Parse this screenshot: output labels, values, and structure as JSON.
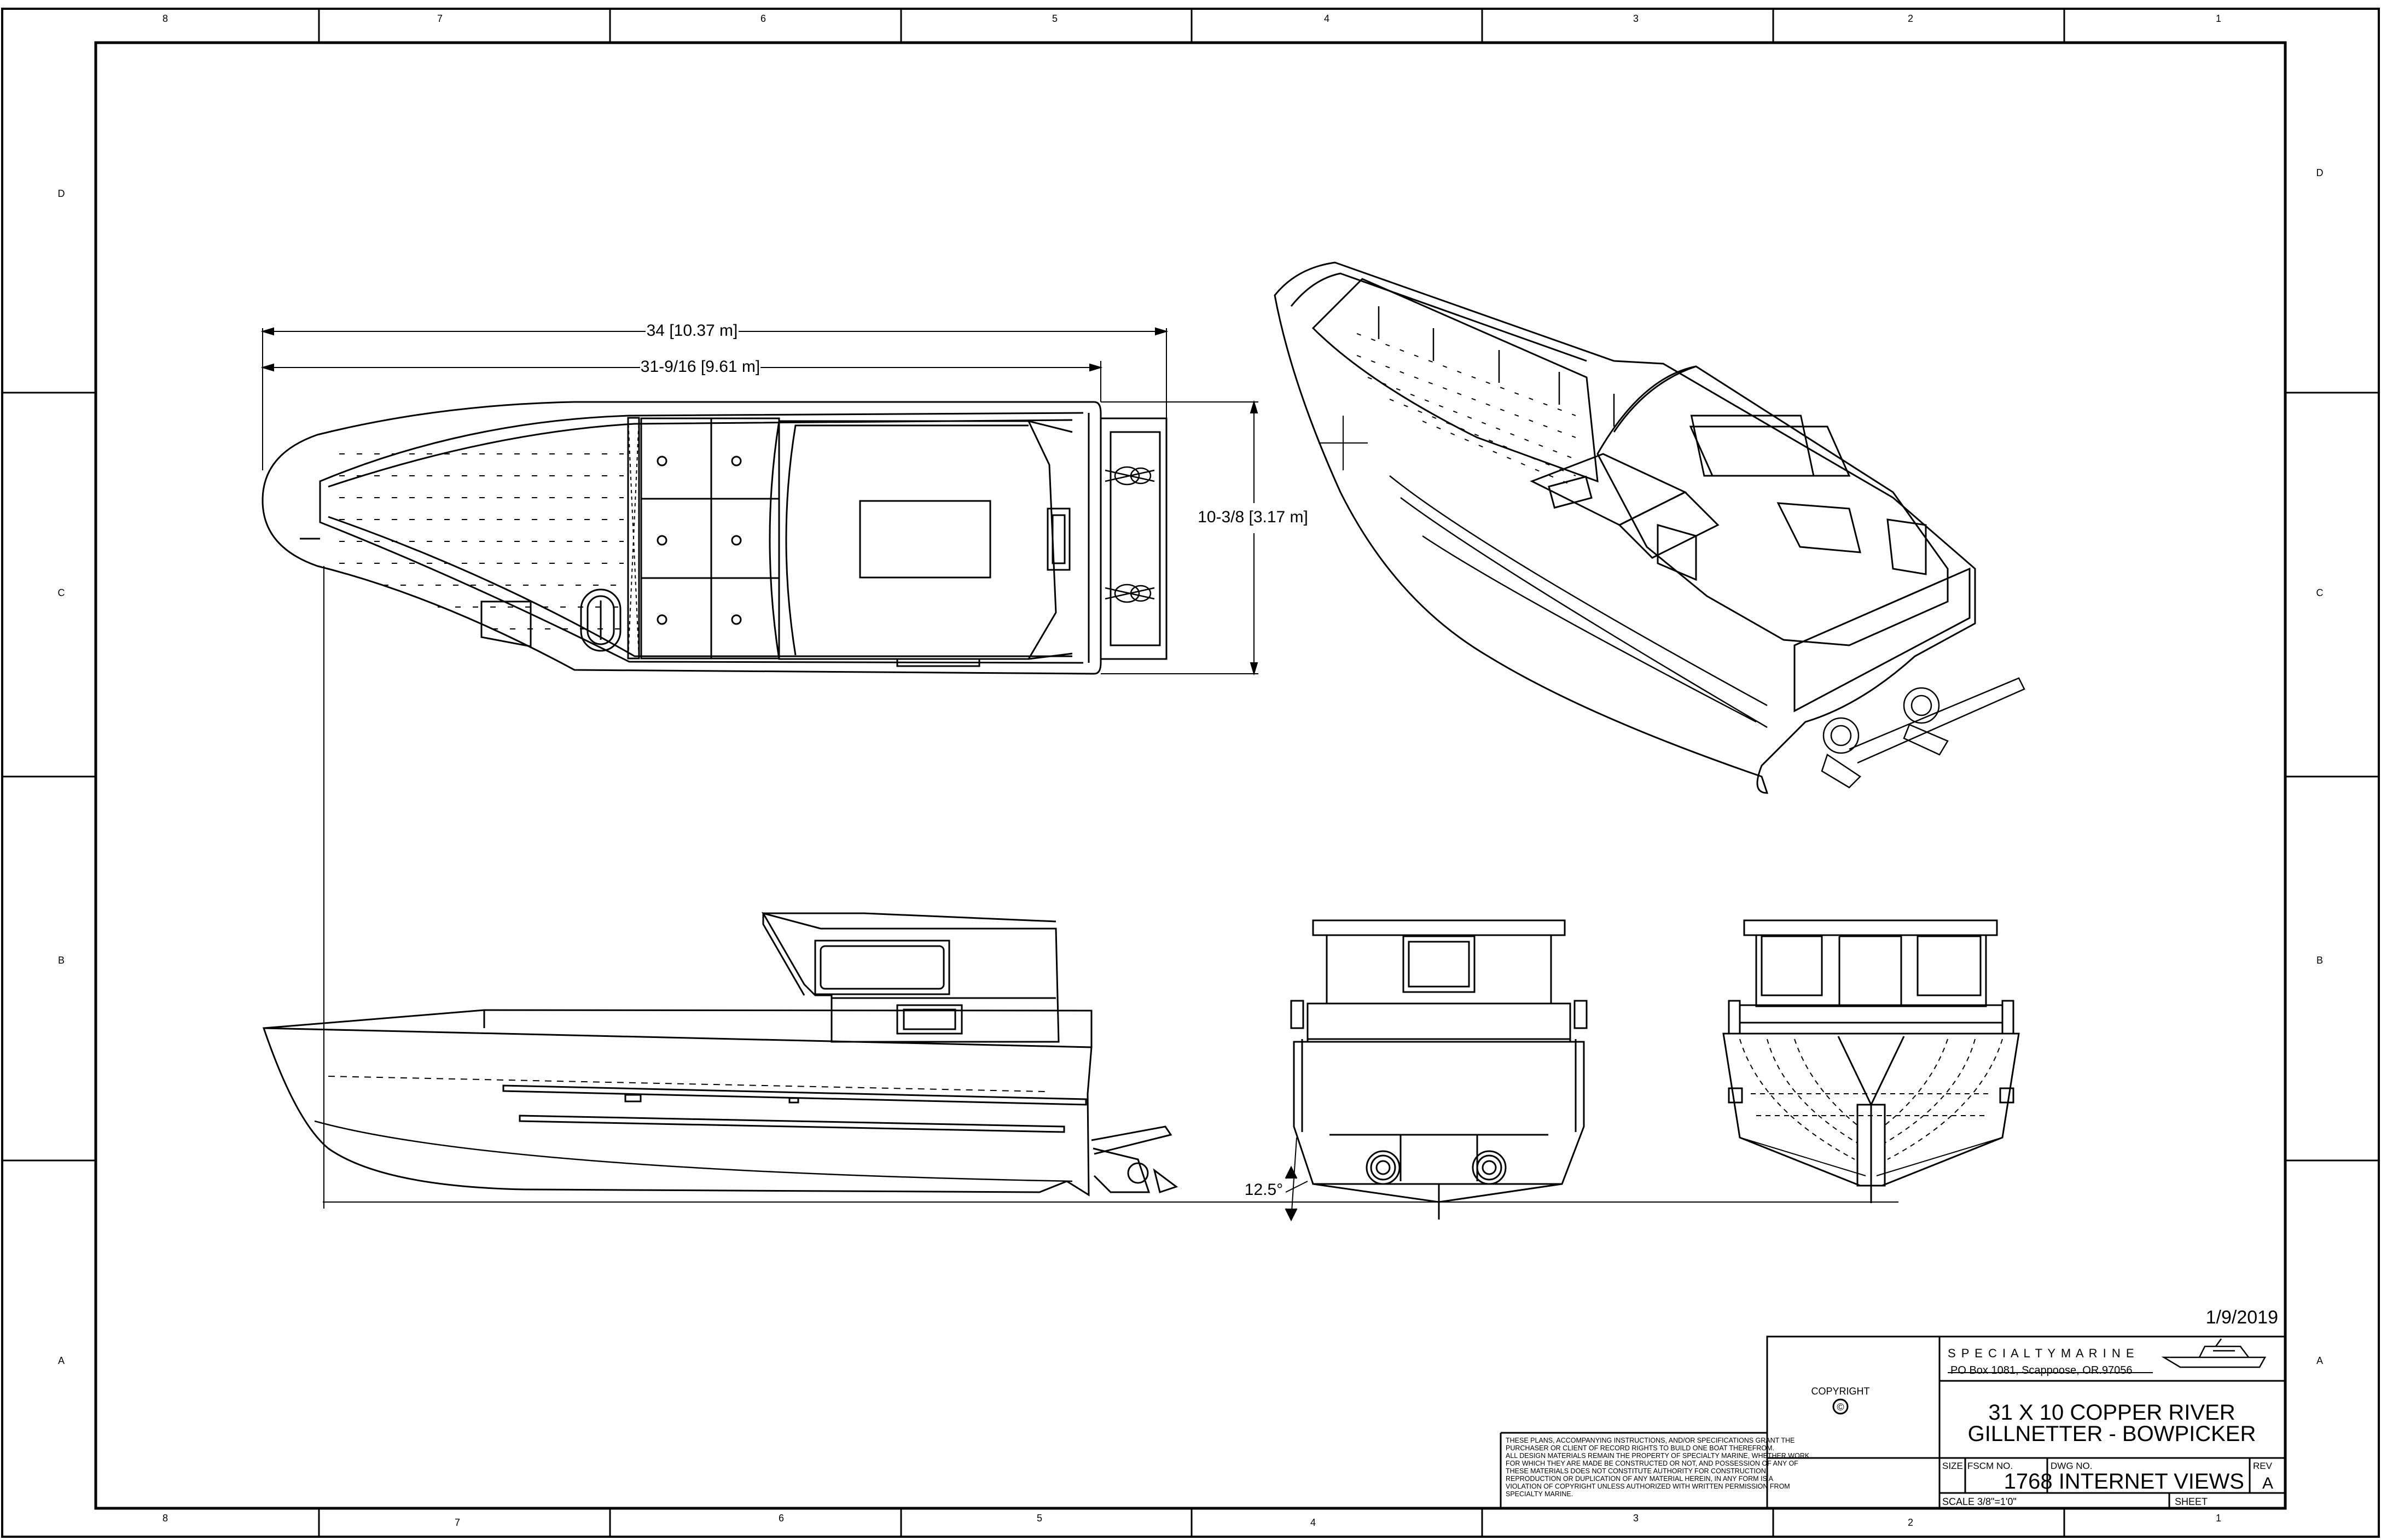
{
  "sheet": {
    "columns_top": [
      "8",
      "7",
      "6",
      "5",
      "4",
      "3",
      "2",
      "1"
    ],
    "columns_bottom": [
      "8",
      "7",
      "6",
      "5",
      "4",
      "3",
      "2",
      "1"
    ],
    "rows_left": [
      "D",
      "C",
      "B",
      "A"
    ],
    "rows_right": [
      "D",
      "C",
      "B",
      "A"
    ]
  },
  "dimensions": {
    "overall_length": "34 [10.37 m]",
    "hull_length": "31-9/16 [9.61 m]",
    "beam": "10-3/8 [3.17 m]",
    "deadrise_angle": "12.5°"
  },
  "date": "1/9/2019",
  "copyright": {
    "label": "COPYRIGHT",
    "symbol": "©"
  },
  "disclaimer": [
    "THESE PLANS, ACCOMPANYING INSTRUCTIONS, AND/OR SPECIFICATIONS GRANT THE",
    "PURCHASER OR CLIENT OF RECORD RIGHTS TO BUILD ONE BOAT THEREFROM.",
    "ALL DESIGN MATERIALS REMAIN THE PROPERTY OF SPECIALTY MARINE, WHETHER WORK",
    "FOR WHICH THEY ARE MADE BE CONSTRUCTED OR NOT, AND POSSESSION OF ANY OF",
    "THESE MATERIALS DOES NOT CONSTITUTE AUTHORITY FOR CONSTRUCTION.",
    "REPRODUCTION OR DUPLICATION OF ANY MATERIAL HEREIN, IN ANY FORM IS A",
    "VIOLATION OF COPYRIGHT UNLESS AUTHORIZED WITH WRITTEN PERMISSION FROM",
    "SPECIALTY MARINE."
  ],
  "title_block": {
    "company": "S P E C I A L T Y   M A R I N E",
    "address": "PO Box 1081, Scappoose, OR.97056",
    "title_line1": "31 X 10 COPPER RIVER",
    "title_line2": "GILLNETTER - BOWPICKER",
    "size_label": "SIZE",
    "fscm_label": "FSCM NO.",
    "dwg_label": "DWG NO.",
    "dwg_value": "1768 INTERNET VIEWS",
    "rev_label": "REV",
    "rev_value": "A",
    "scale_label": "SCALE 3/8\"=1'0\"",
    "sheet_label": "SHEET"
  }
}
